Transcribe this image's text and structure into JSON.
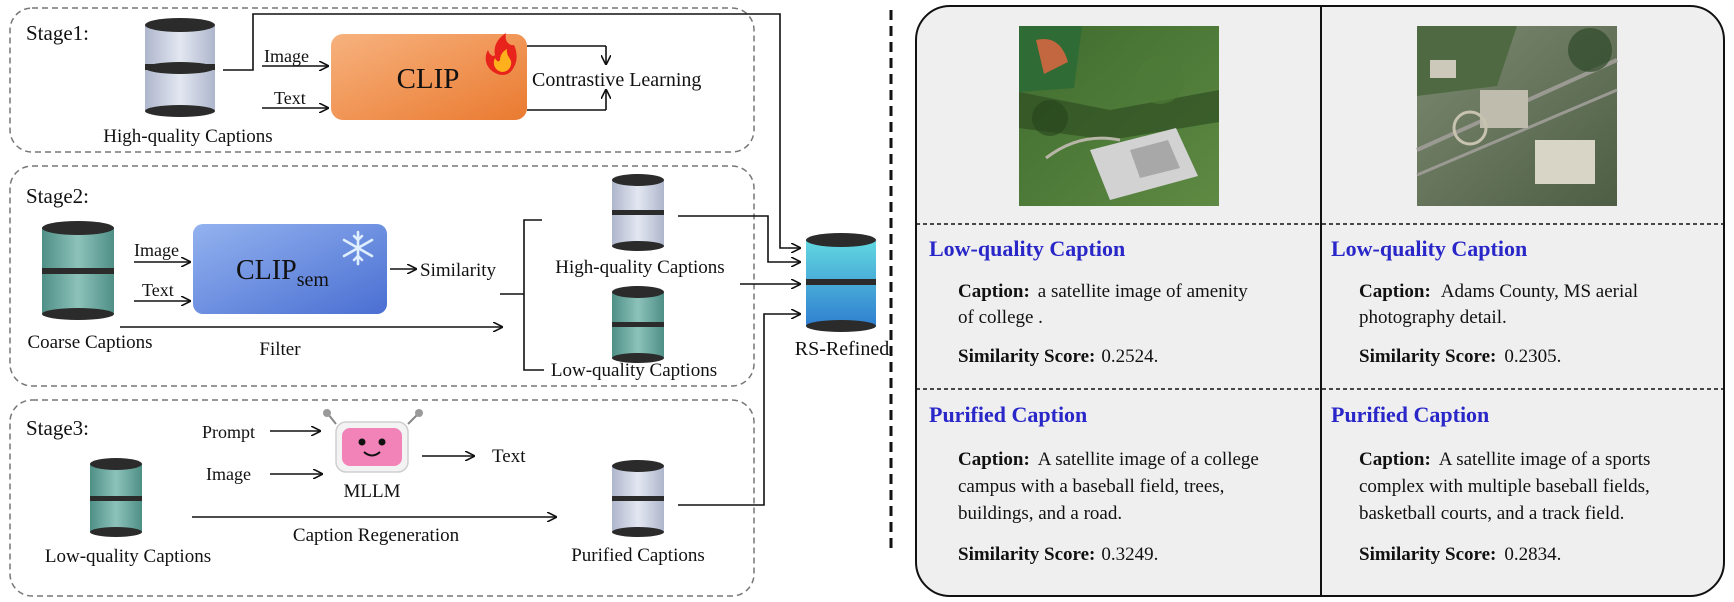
{
  "stage1": {
    "label": "Stage1:",
    "db_label": "High-quality Captions",
    "input_image": "Image",
    "input_text": "Text",
    "model": "CLIP",
    "output": "Contrastive Learning",
    "model_icon": "fire-icon"
  },
  "stage2": {
    "label": "Stage2:",
    "db_label": "Coarse  Captions",
    "input_image": "Image",
    "input_text": "Text",
    "model": "CLIP",
    "model_sub": "sem",
    "model_icon": "snowflake-icon",
    "output": "Similarity",
    "filter": "Filter",
    "high_label": "High-quality  Captions",
    "low_label": "Low-quality  Captions"
  },
  "stage3": {
    "label": "Stage3:",
    "db_label": "Low-quality  Captions",
    "input_prompt": "Prompt",
    "input_image": "Image",
    "model": "MLLM",
    "output": "Text",
    "regen": "Caption Regeneration",
    "purified_label": "Purified Captions"
  },
  "merged_label": "RS-Refined",
  "examples": [
    {
      "low_title": "Low-quality Caption",
      "caption_key": "Caption:",
      "low_caption_lines": [
        "a satellite image of amenity",
        "of college ."
      ],
      "score_key": "Similarity Score:",
      "low_score": "0.2524.",
      "pur_title": "Purified Caption",
      "pur_caption_lines": [
        "A satellite image of a college",
        "campus with a baseball field, trees,",
        "buildings, and a road."
      ],
      "pur_score": "0.3249."
    },
    {
      "low_title": "Low-quality Caption",
      "caption_key": "Caption:",
      "low_caption_lines": [
        "Adams County, MS aerial",
        "photography detail."
      ],
      "score_key": "Similarity Score:",
      "low_score": "0.2305.",
      "pur_title": "Purified Caption",
      "pur_caption_lines": [
        "A satellite image of a sports",
        "complex with multiple baseball fields,",
        "basketball courts, and a track field."
      ],
      "pur_score": "0.2834."
    }
  ],
  "colors": {
    "clip_orange": "#f08a3e",
    "clip_blue": "#5b7fd9",
    "db_grey": "#c9cfe0",
    "db_teal": "#6aa8a0",
    "db_cyan": "#5cc6d6",
    "title_blue": "#2a27c9"
  }
}
